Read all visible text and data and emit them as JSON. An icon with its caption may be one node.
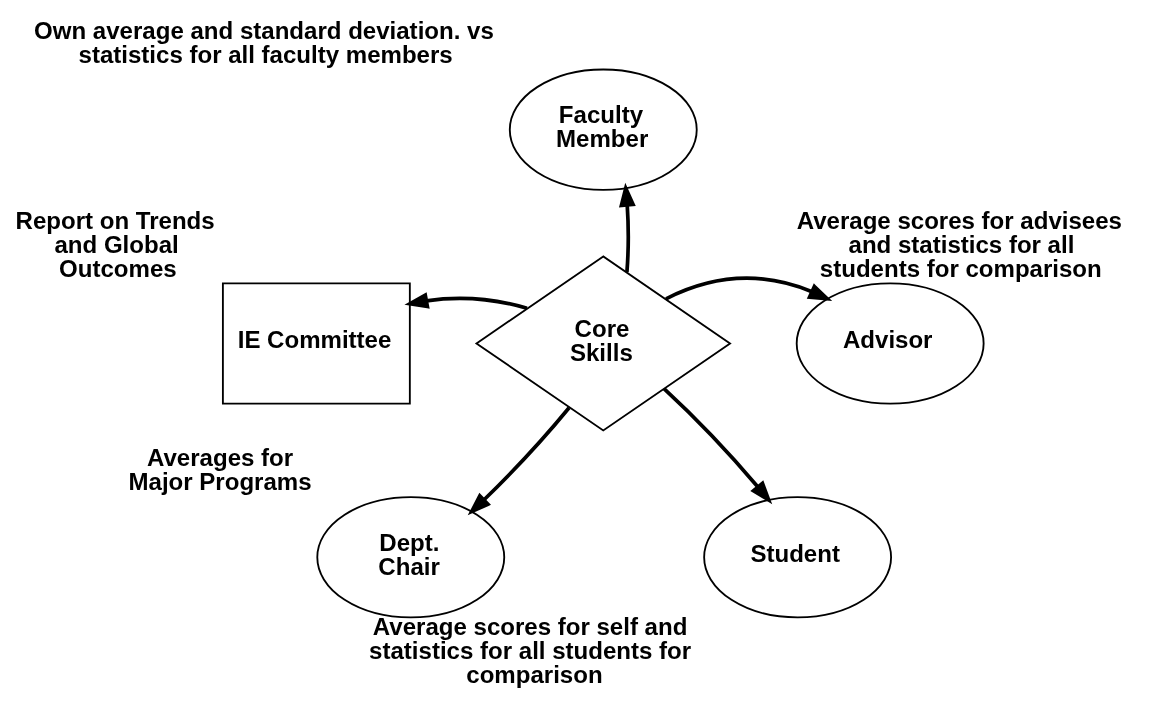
{
  "diagram": {
    "nodes": [
      {
        "text": [
          "Faculty Member"
        ],
        "beside": [
          "Own average and standard deviation. vs statistics for all faculty members"
        ]
      },
      {
        "text": [
          "Advisor"
        ],
        "beside": [
          "Average scores for advisees and statistics for all students for comparison"
        ]
      },
      {
        "text": [
          "IE Committee"
        ],
        "beside": [
          "Report on Trends and Global Outcomes"
        ]
      },
      {
        "text": [
          "Core Skills"
        ]
      },
      {
        "text": [
          "Student"
        ],
        "beside": [
          "Average scores for self and statistics for all students for comparison"
        ]
      },
      {
        "text": [
          "Dept. Chair"
        ],
        "beside": [
          "Averages for Major Programs"
        ]
      }
    ],
    "edges": [
      {
        "from": 3,
        "to": 0,
        "arrow": "to"
      },
      {
        "from": 3,
        "to": 1,
        "arrow": "to"
      },
      {
        "from": 3,
        "to": 2,
        "arrow": "to"
      },
      {
        "from": 3,
        "to": 4,
        "arrow": "to"
      },
      {
        "from": 3,
        "to": 5,
        "arrow": "to"
      }
    ]
  }
}
